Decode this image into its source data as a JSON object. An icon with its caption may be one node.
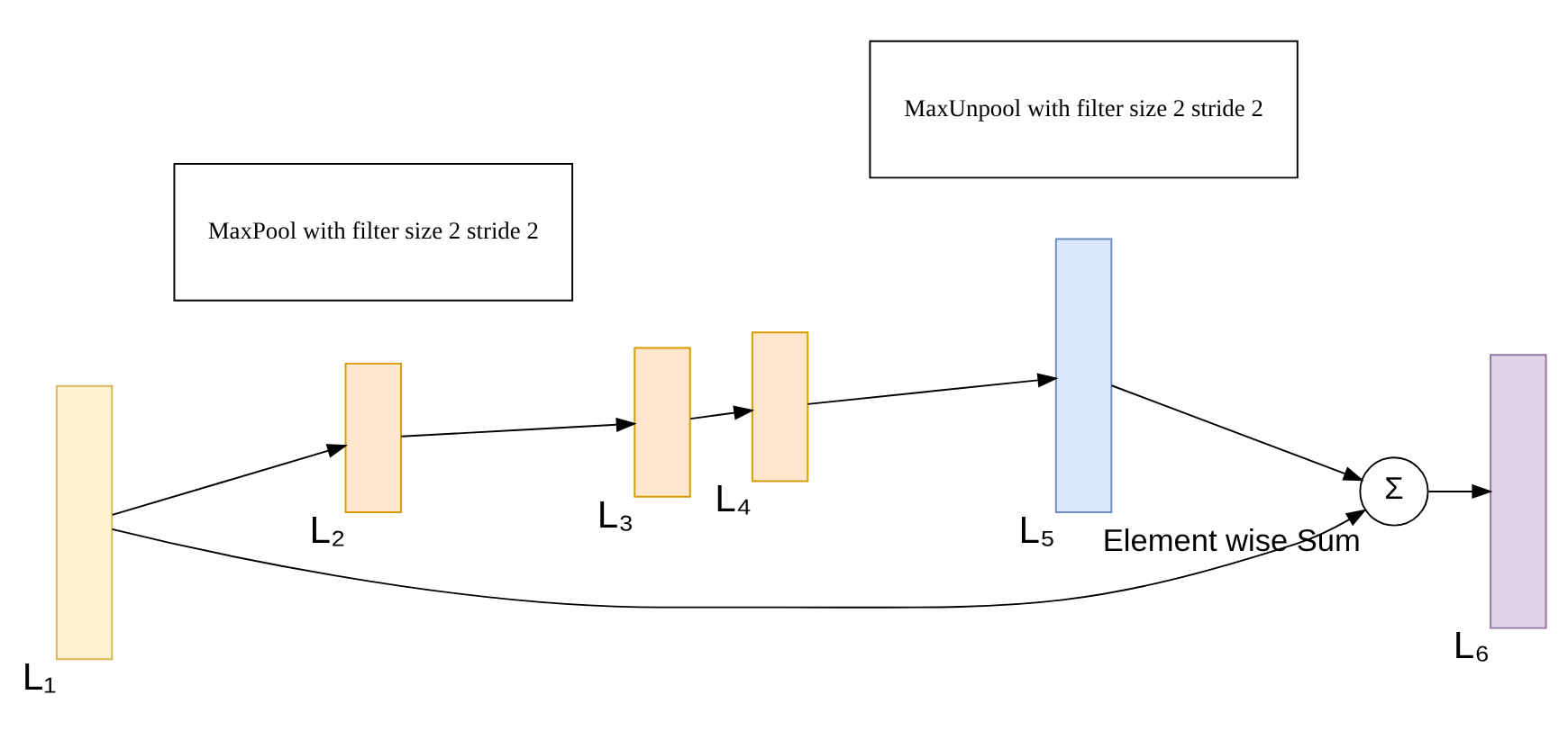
{
  "diagram": {
    "nodes": [
      {
        "text": [],
        "shape": "bar",
        "beside": [
          "L₁"
        ]
      },
      {
        "text": [],
        "shape": "bar",
        "beside": [
          "L₂"
        ]
      },
      {
        "text": [],
        "shape": "bar",
        "beside": [
          "L₃"
        ]
      },
      {
        "text": [],
        "shape": "bar",
        "beside": [
          "L₄"
        ]
      },
      {
        "text": [],
        "shape": "bar",
        "beside": [
          "L₅"
        ]
      },
      {
        "text": [
          "Σ"
        ],
        "beside": [
          "Element wise Sum"
        ]
      },
      {
        "text": [],
        "shape": "bar",
        "beside": [
          "L₆"
        ]
      },
      {
        "text": [
          "MaxPool with filter size 2 stride 2"
        ]
      },
      {
        "text": [
          "MaxUnpool with filter size 2 stride 2"
        ]
      }
    ],
    "edges": [
      {
        "from": 0,
        "to": 1,
        "arrow": "to"
      },
      {
        "from": 1,
        "to": 2,
        "arrow": "to"
      },
      {
        "from": 2,
        "to": 3,
        "arrow": "to"
      },
      {
        "from": 3,
        "to": 4,
        "arrow": "to"
      },
      {
        "from": 4,
        "to": 5,
        "arrow": "to"
      },
      {
        "from": 5,
        "to": 6,
        "arrow": "to"
      },
      {
        "from": 0,
        "to": 5,
        "arrow": "to"
      }
    ]
  }
}
